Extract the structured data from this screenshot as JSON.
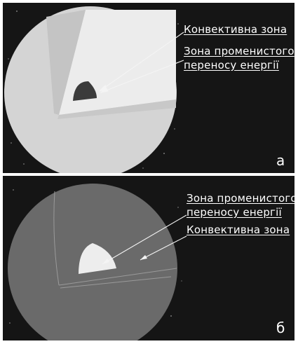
{
  "panels": [
    {
      "letter": "а",
      "labels": {
        "convective": "Конвективна зона",
        "radiative_line1": "Зона променистого",
        "radiative_line2": "переносу енергії"
      }
    },
    {
      "letter": "б",
      "labels": {
        "radiative_line1": "Зона променистого",
        "radiative_line2": "переносу енергії",
        "convective": "Конвективна зона"
      }
    }
  ],
  "colors": {
    "background": "#151515",
    "sphere_light": "#d7d7d7",
    "sphere_dark": "#6a6a6a",
    "core_dark": "#3e3e3e",
    "core_light": "#eeeeee",
    "label": "#ffffff"
  }
}
